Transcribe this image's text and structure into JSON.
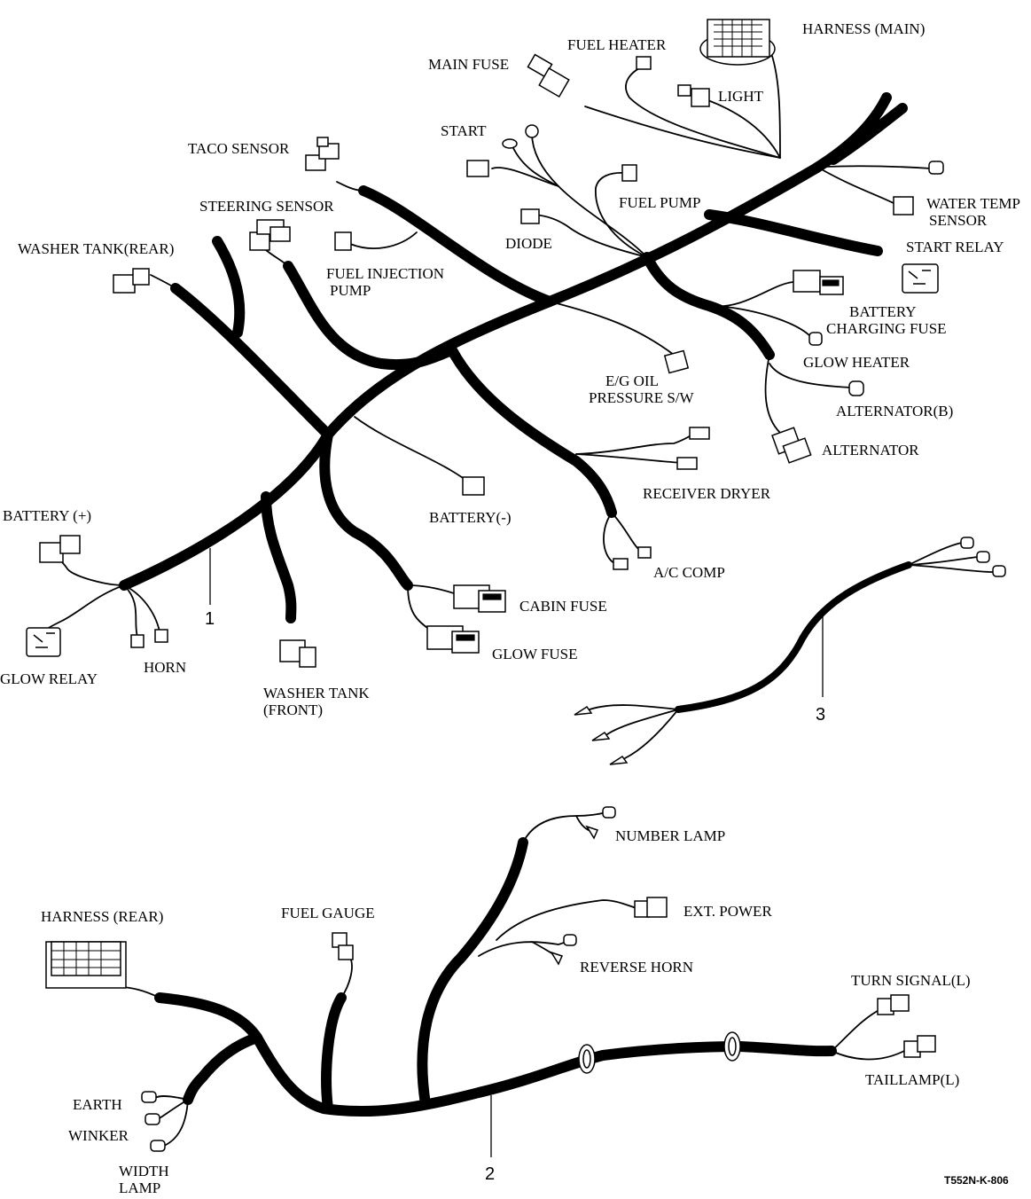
{
  "diagram": {
    "harness_1": {
      "number": "1",
      "labels": {
        "harness_main": "HARNESS (MAIN)",
        "fuel_heater": "FUEL HEATER",
        "main_fuse": "MAIN FUSE",
        "light": "LIGHT",
        "start": "START",
        "taco_sensor": "TACO SENSOR",
        "water_temp_1": "WATER TEMP",
        "water_temp_2": "SENSOR",
        "fuel_pump": "FUEL PUMP",
        "steering_sensor": "STEERING SENSOR",
        "diode": "DIODE",
        "start_relay": "START RELAY",
        "washer_tank_rear": "WASHER TANK(REAR)",
        "fuel_injection_1": "FUEL INJECTION",
        "fuel_injection_2": "PUMP",
        "battery_charging_1": "BATTERY",
        "battery_charging_2": "CHARGING FUSE",
        "glow_heater": "GLOW HEATER",
        "eg_oil_1": "E/G OIL",
        "eg_oil_2": "PRESSURE S/W",
        "alternator_b": "ALTERNATOR(B)",
        "alternator": "ALTERNATOR",
        "receiver_dryer": "RECEIVER DRYER",
        "battery_plus": "BATTERY (+)",
        "battery_minus": "BATTERY(-)",
        "ac_comp": "A/C COMP",
        "cabin_fuse": "CABIN FUSE",
        "glow_fuse": "GLOW FUSE",
        "horn": "HORN",
        "glow_relay": "GLOW RELAY",
        "washer_tank_front_1": "WASHER TANK",
        "washer_tank_front_2": "(FRONT)"
      }
    },
    "harness_3": {
      "number": "3"
    },
    "harness_2": {
      "number": "2",
      "labels": {
        "number_lamp": "NUMBER LAMP",
        "harness_rear": "HARNESS (REAR)",
        "fuel_gauge": "FUEL GAUGE",
        "ext_power": "EXT. POWER",
        "reverse_horn": "REVERSE HORN",
        "turn_signal_l": "TURN SIGNAL(L)",
        "taillamp_l": "TAILLAMP(L)",
        "earth": "EARTH",
        "winker": "WINKER",
        "width_lamp_1": "WIDTH",
        "width_lamp_2": "LAMP"
      }
    },
    "figure_code": "T552N-K-806"
  }
}
